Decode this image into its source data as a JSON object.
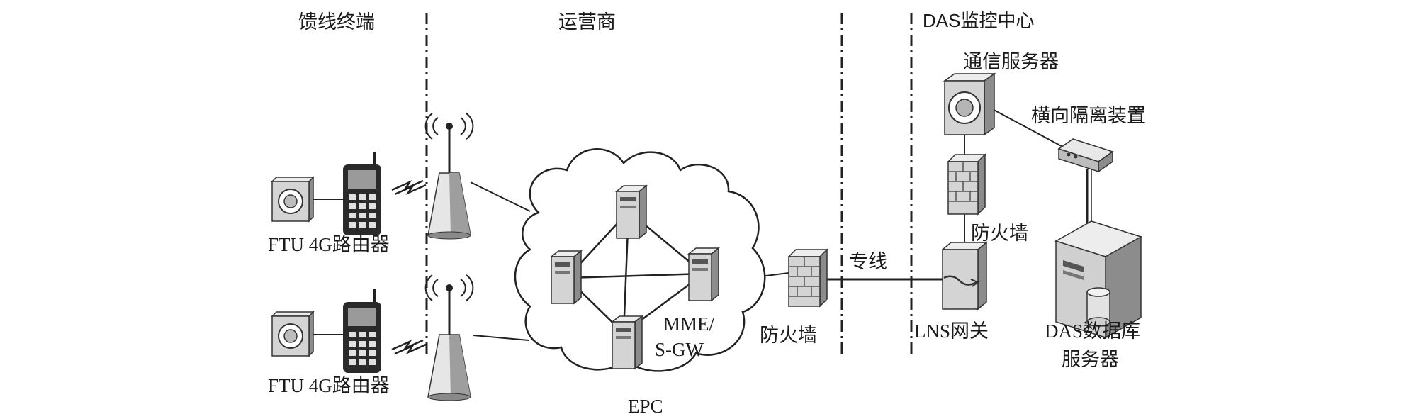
{
  "zones": {
    "terminal": "馈线终端",
    "operator": "运营商",
    "das_center": "DAS监控中心"
  },
  "labels": {
    "ftu_router_1": "FTU 4G路由器",
    "ftu_router_2": "FTU 4G路由器",
    "epc": "EPC",
    "mme_line1": "MME/",
    "mme_line2": "S-GW",
    "firewall_operator": "防火墙",
    "dedicated_line": "专线",
    "comm_server": "通信服务器",
    "isolation_device": "横向隔离装置",
    "firewall_center": "防火墙",
    "lns_gateway": "LNS网关",
    "db_line1": "DAS数据库",
    "db_line2": "服务器"
  },
  "colors": {
    "line": "#222222",
    "device_face": "#d4d4d4",
    "device_side": "#8c8c8c"
  }
}
